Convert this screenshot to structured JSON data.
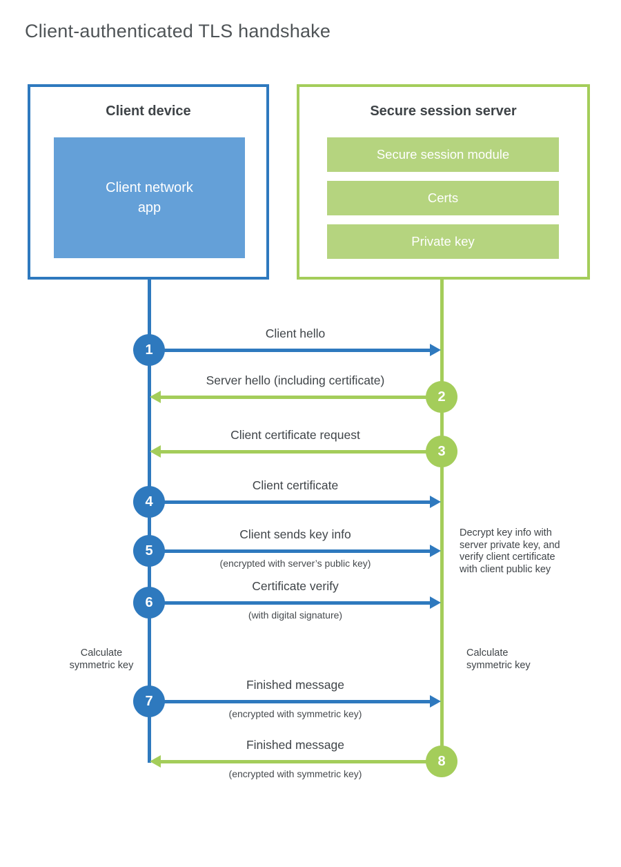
{
  "title": "Client-authenticated TLS handshake",
  "client": {
    "title": "Client device",
    "app_label": "Client network\napp"
  },
  "server": {
    "title": "Secure session server",
    "modules": [
      "Secure session module",
      "Certs",
      "Private key"
    ]
  },
  "messages": [
    {
      "num": "1",
      "from": "client",
      "direction": "right",
      "label": "Client hello",
      "sub": ""
    },
    {
      "num": "2",
      "from": "server",
      "direction": "left",
      "label": "Server hello (including certificate)",
      "sub": ""
    },
    {
      "num": "3",
      "from": "server",
      "direction": "left",
      "label": "Client certificate request",
      "sub": ""
    },
    {
      "num": "4",
      "from": "client",
      "direction": "right",
      "label": "Client certificate",
      "sub": ""
    },
    {
      "num": "5",
      "from": "client",
      "direction": "right",
      "label": "Client sends key info",
      "sub": "(encrypted with server’s public key)"
    },
    {
      "num": "6",
      "from": "client",
      "direction": "right",
      "label": "Certificate verify",
      "sub": "(with digital signature)"
    },
    {
      "num": "7",
      "from": "client",
      "direction": "right",
      "label": "Finished message",
      "sub": "(encrypted with symmetric key)"
    },
    {
      "num": "8",
      "from": "server",
      "direction": "left",
      "label": "Finished message",
      "sub": "(encrypted with symmetric key)"
    }
  ],
  "annotations": {
    "decrypt_note": "Decrypt key info with\nserver private key, and\nverify client certificate\nwith client public key",
    "calculate_left": "Calculate\nsymmetric key",
    "calculate_right": "Calculate\nsymmetric key"
  },
  "colors": {
    "client_blue": "#2e79be",
    "client_fill_blue": "#64a0d8",
    "server_green": "#a4cd5a",
    "server_fill_green": "#b5d47f",
    "text_dark": "#3f4448",
    "text_white": "#ffffff"
  }
}
